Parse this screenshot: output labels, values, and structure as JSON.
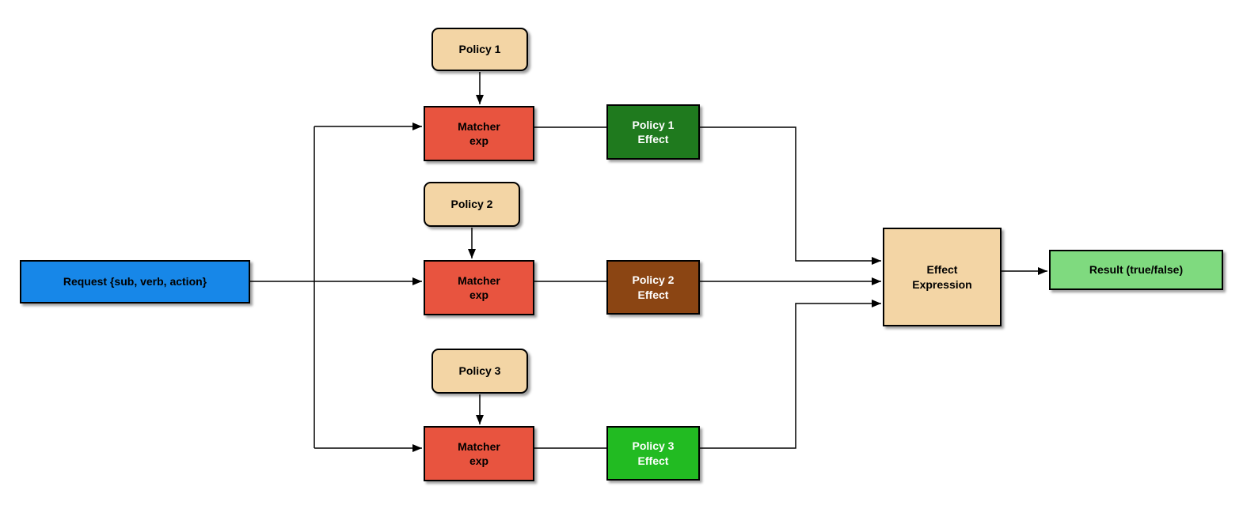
{
  "nodes": {
    "request": {
      "label": "Request {sub, verb, action}"
    },
    "policy1": {
      "label": "Policy 1"
    },
    "policy2": {
      "label": "Policy 2"
    },
    "policy3": {
      "label": "Policy 3"
    },
    "matcher1": {
      "label": "Matcher\nexp"
    },
    "matcher2": {
      "label": "Matcher\nexp"
    },
    "matcher3": {
      "label": "Matcher\nexp"
    },
    "effect1": {
      "label": "Policy 1\nEffect"
    },
    "effect2": {
      "label": "Policy 2\nEffect"
    },
    "effect3": {
      "label": "Policy 3\nEffect"
    },
    "effect_expression": {
      "label": "Effect\nExpression"
    },
    "result": {
      "label": "Result (true/false)"
    }
  },
  "colors": {
    "request-blue": "#1787E8",
    "policy-tan": "#F3D5A5",
    "matcher-red": "#E8543F",
    "effect1-green": "#1F7A1E",
    "effect2-brown": "#8B4513",
    "effect3-green": "#22BB22",
    "result-green": "#7FDA7F",
    "line-black": "#000000"
  }
}
